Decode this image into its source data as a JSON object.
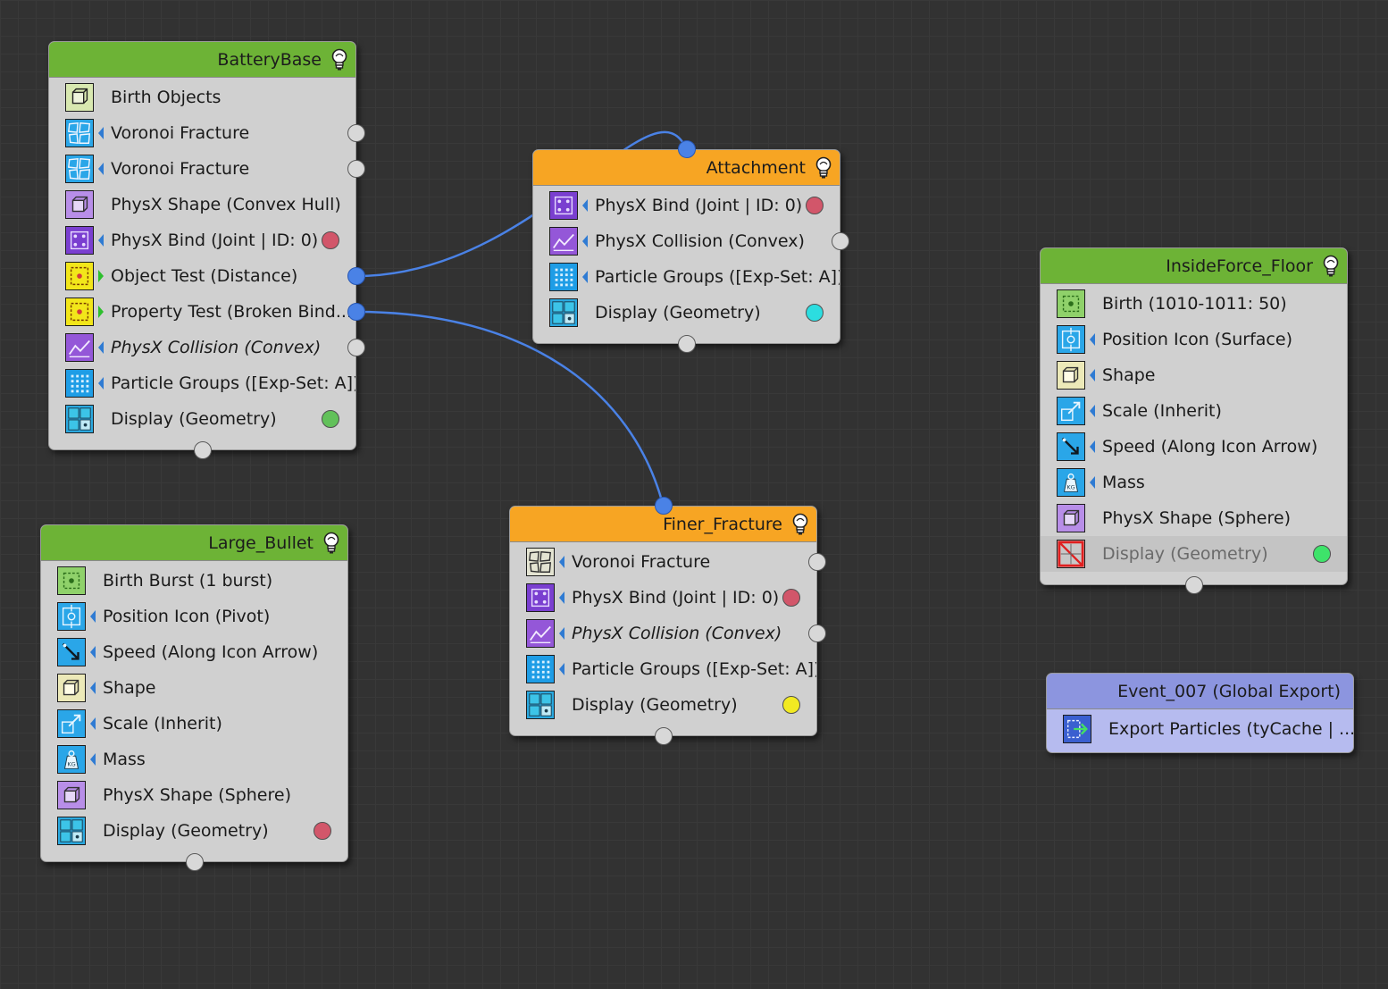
{
  "nodes": [
    {
      "id": "n1",
      "name": "BatteryBase",
      "header": "green",
      "footer": true,
      "in_port": false,
      "operators": [
        {
          "label": "Birth Objects",
          "icon": "birth-objects",
          "arrow": "none",
          "port": null
        },
        {
          "label": "Voronoi Fracture",
          "icon": "voronoi-fracture",
          "arrow": "blue",
          "port": "out"
        },
        {
          "label": "Voronoi Fracture",
          "icon": "voronoi-fracture",
          "arrow": "blue",
          "port": "out"
        },
        {
          "label": "PhysX Shape (Convex Hull)",
          "icon": "physx-shape",
          "arrow": "none",
          "port": null
        },
        {
          "label": "PhysX Bind (Joint | ID: 0)",
          "icon": "physx-bind",
          "arrow": "blue",
          "port": "display",
          "color": "#d2566a"
        },
        {
          "label": "Object Test (Distance)",
          "icon": "object-test",
          "arrow": "green",
          "port": "out",
          "linked": true
        },
        {
          "label": "Property Test (Broken Bind...",
          "icon": "property-test",
          "arrow": "green",
          "port": "out",
          "linked": true
        },
        {
          "label": "PhysX Collision (Convex)",
          "icon": "physx-collision",
          "arrow": "blue",
          "port": "out",
          "italic": true
        },
        {
          "label": "Particle Groups ([Exp-Set: A])",
          "icon": "particle-groups",
          "arrow": "blue",
          "port": null
        },
        {
          "label": "Display (Geometry)",
          "icon": "display",
          "arrow": "none",
          "port": "display",
          "color": "#62c15a"
        }
      ]
    },
    {
      "id": "n2",
      "name": "Attachment",
      "header": "orange",
      "footer": true,
      "in_port": true,
      "operators": [
        {
          "label": "PhysX Bind (Joint | ID: 0)",
          "icon": "physx-bind",
          "arrow": "blue",
          "port": "display",
          "color": "#d2566a"
        },
        {
          "label": "PhysX Collision (Convex)",
          "icon": "physx-collision",
          "arrow": "blue",
          "port": "out"
        },
        {
          "label": "Particle Groups ([Exp-Set: A])",
          "icon": "particle-groups",
          "arrow": "blue",
          "port": null
        },
        {
          "label": "Display (Geometry)",
          "icon": "display",
          "arrow": "none",
          "port": "display",
          "color": "#2cdde0"
        }
      ]
    },
    {
      "id": "n3",
      "name": "InsideForce_Floor",
      "header": "green",
      "footer": true,
      "in_port": false,
      "operators": [
        {
          "label": "Birth (1010-1011: 50)",
          "icon": "birth",
          "arrow": "none",
          "port": null
        },
        {
          "label": "Position Icon (Surface)",
          "icon": "position-icon",
          "arrow": "blue",
          "port": null
        },
        {
          "label": "Shape",
          "icon": "shape",
          "arrow": "blue",
          "port": null
        },
        {
          "label": "Scale (Inherit)",
          "icon": "scale",
          "arrow": "blue",
          "port": null
        },
        {
          "label": "Speed (Along Icon Arrow)",
          "icon": "speed",
          "arrow": "blue",
          "port": null
        },
        {
          "label": "Mass",
          "icon": "mass",
          "arrow": "blue",
          "port": null
        },
        {
          "label": "PhysX Shape (Sphere)",
          "icon": "physx-shape",
          "arrow": "none",
          "port": null
        },
        {
          "label": "Display (Geometry)",
          "icon": "display-disabled",
          "arrow": "none",
          "port": "display",
          "color": "#3ee36a",
          "disabled": true
        }
      ]
    },
    {
      "id": "n4",
      "name": "Large_Bullet",
      "header": "green",
      "footer": true,
      "in_port": false,
      "operators": [
        {
          "label": "Birth Burst (1 burst)",
          "icon": "birth-burst",
          "arrow": "none",
          "port": null
        },
        {
          "label": "Position Icon (Pivot)",
          "icon": "position-icon",
          "arrow": "blue",
          "port": null
        },
        {
          "label": "Speed (Along Icon Arrow)",
          "icon": "speed",
          "arrow": "blue",
          "port": null
        },
        {
          "label": "Shape",
          "icon": "shape",
          "arrow": "blue",
          "port": null
        },
        {
          "label": "Scale (Inherit)",
          "icon": "scale",
          "arrow": "blue",
          "port": null
        },
        {
          "label": "Mass",
          "icon": "mass",
          "arrow": "blue",
          "port": null
        },
        {
          "label": "PhysX Shape (Sphere)",
          "icon": "physx-shape",
          "arrow": "none",
          "port": null
        },
        {
          "label": "Display (Geometry)",
          "icon": "display",
          "arrow": "none",
          "port": "display",
          "color": "#d2566a"
        }
      ]
    },
    {
      "id": "n5",
      "name": "Finer_Fracture",
      "header": "orange",
      "footer": true,
      "in_port": true,
      "operators": [
        {
          "label": "Voronoi Fracture",
          "icon": "voronoi-fracture-light",
          "arrow": "blue",
          "port": "out"
        },
        {
          "label": "PhysX Bind (Joint | ID: 0)",
          "icon": "physx-bind",
          "arrow": "blue",
          "port": "display",
          "color": "#d2566a"
        },
        {
          "label": "PhysX Collision (Convex)",
          "icon": "physx-collision",
          "arrow": "blue",
          "port": "out",
          "italic": true
        },
        {
          "label": "Particle Groups ([Exp-Set: A])",
          "icon": "particle-groups",
          "arrow": "blue",
          "port": null
        },
        {
          "label": "Display (Geometry)",
          "icon": "display",
          "arrow": "none",
          "port": "display",
          "color": "#f2ea22"
        }
      ]
    },
    {
      "id": "n6",
      "name": "Event_007 (Global Export)",
      "header": "lavender",
      "footer": false,
      "in_port": false,
      "operators": [
        {
          "label": "Export Particles (tyCache | ...",
          "icon": "export-particles",
          "arrow": "none",
          "port": null
        }
      ]
    }
  ],
  "wires": [
    {
      "from_node": "n1",
      "from_row": 5,
      "to_node": "n2"
    },
    {
      "from_node": "n1",
      "from_row": 6,
      "to_node": "n5"
    }
  ],
  "colors": {
    "canvas": "#323232",
    "header_green": "#6db336",
    "header_orange": "#f7a523",
    "header_lavender": "#8c95df",
    "node_body": "#d0d0d0",
    "wire": "#4a82e6"
  }
}
